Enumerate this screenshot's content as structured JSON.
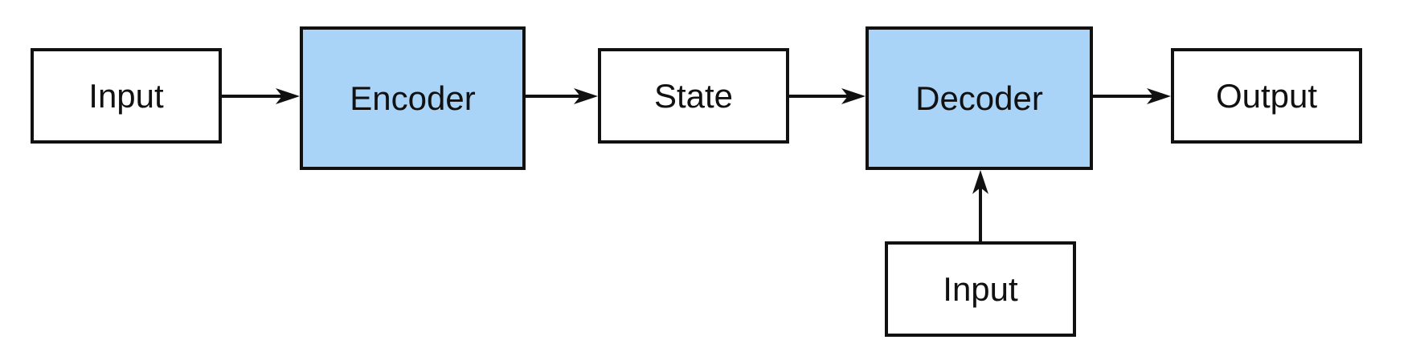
{
  "diagram": {
    "nodes": {
      "input_left": "Input",
      "encoder": "Encoder",
      "state": "State",
      "decoder": "Decoder",
      "output": "Output",
      "input_bottom": "Input"
    },
    "highlight_color": "#a9d3f7",
    "edges": [
      {
        "from": "input_left",
        "to": "encoder"
      },
      {
        "from": "encoder",
        "to": "state"
      },
      {
        "from": "state",
        "to": "decoder"
      },
      {
        "from": "decoder",
        "to": "output"
      },
      {
        "from": "input_bottom",
        "to": "decoder"
      }
    ]
  }
}
